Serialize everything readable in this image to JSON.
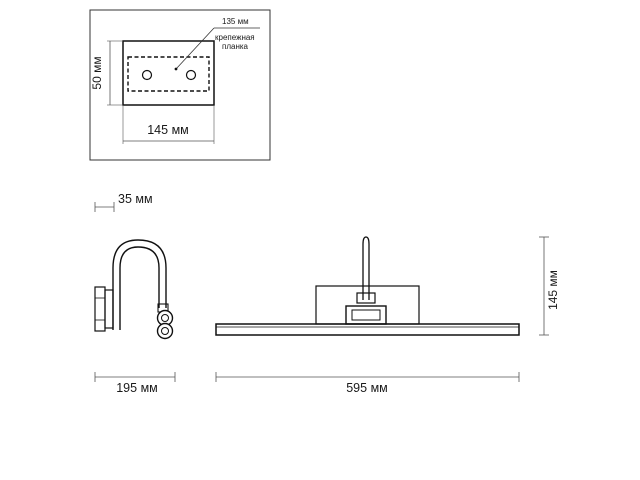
{
  "diagram": {
    "mount_plate": {
      "width_label": "145 мм",
      "height_label": "50 мм",
      "bracket_width_label": "135 мм",
      "bracket_caption_line1": "крепежная",
      "bracket_caption_line2": "планка"
    },
    "side_view": {
      "arm_offset_label": "35 мм",
      "depth_label": "195 мм"
    },
    "front_view": {
      "width_label": "595 мм",
      "height_label": "145 мм"
    }
  }
}
